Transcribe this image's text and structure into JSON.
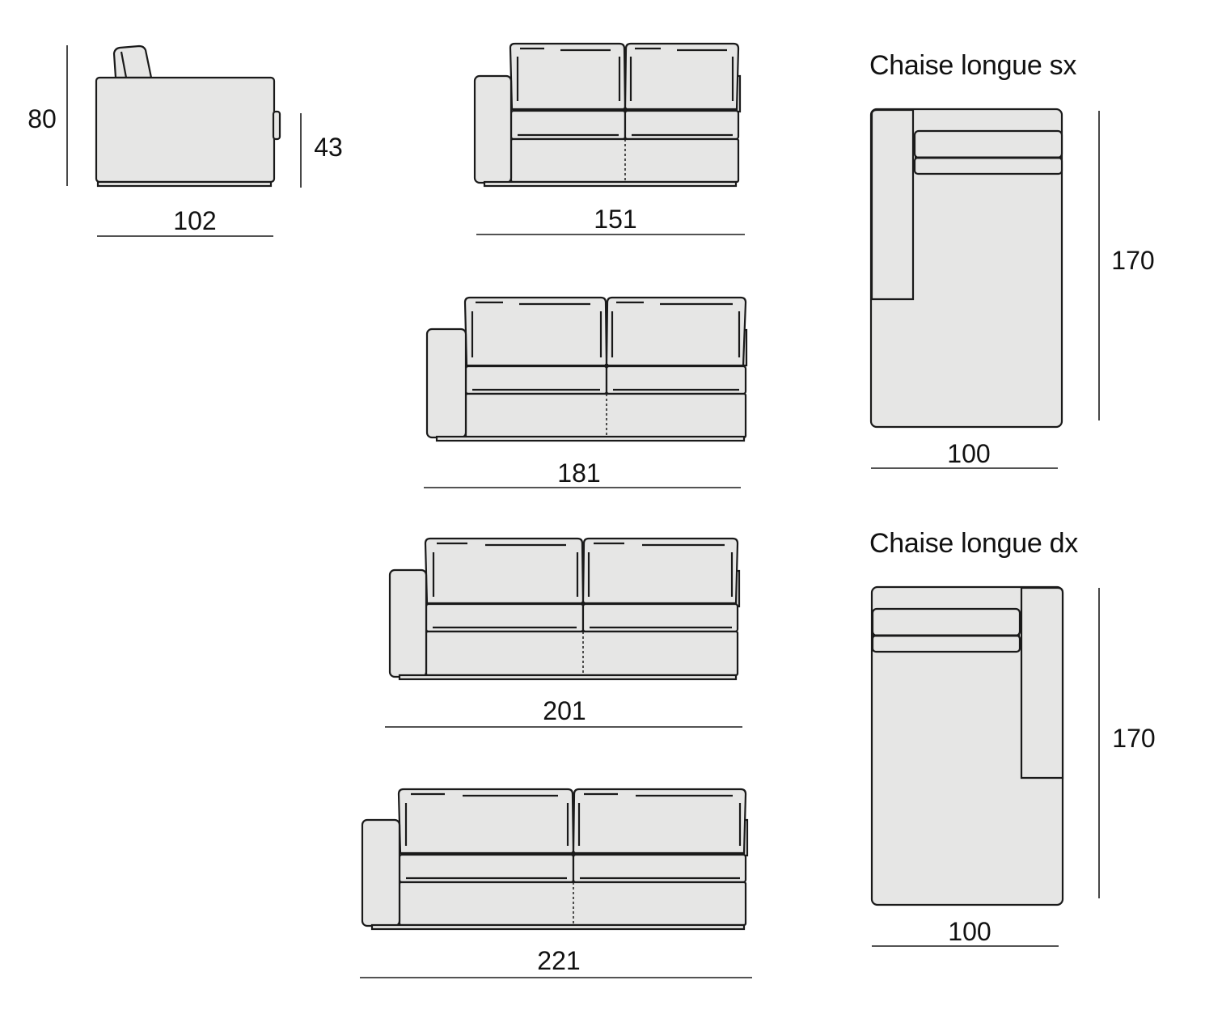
{
  "colors": {
    "fill": "#e6e6e5",
    "stroke": "#1a1a1a",
    "background": "#ffffff"
  },
  "side_view": {
    "height_total": "80",
    "height_seat": "43",
    "depth": "102"
  },
  "sofas": [
    {
      "width": "151"
    },
    {
      "width": "181"
    },
    {
      "width": "201"
    },
    {
      "width": "221"
    }
  ],
  "chaises": [
    {
      "title": "Chaise longue sx",
      "width": "100",
      "length": "170"
    },
    {
      "title": "Chaise longue dx",
      "width": "100",
      "length": "170"
    }
  ]
}
